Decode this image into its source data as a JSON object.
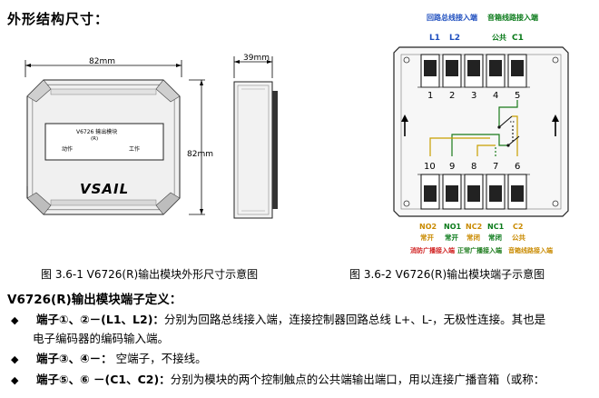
{
  "heading": "外形结构尺寸：",
  "fig1": {
    "caption": "图 3.6-1  V6726(R)输出模块外形尺寸示意图",
    "dim_width": "82mm",
    "dim_depth": "39mm",
    "dim_height": "82mm",
    "label_model": "V6726  输出模块",
    "label_r": "(R)",
    "label_action": "动作",
    "label_work": "工作",
    "logo": "VSAIL"
  },
  "fig2": {
    "caption": "图 3.6-2  V6726(R)输出模块端子示意图",
    "top_left_group": "回路总线接入端",
    "top_right_group": "音箱线路接入端",
    "L1": "L1",
    "L2": "L2",
    "common": "公共",
    "C1": "C1",
    "top_numbers": [
      "1",
      "2",
      "3",
      "4",
      "5"
    ],
    "bottom_numbers": [
      "10",
      "9",
      "8",
      "7",
      "6"
    ],
    "bottom_codes": [
      "NO2",
      "NO1",
      "NC2",
      "NC1",
      "C2"
    ],
    "bottom_states": [
      "常开",
      "常开",
      "常闭",
      "常闭",
      "公共"
    ],
    "group_fire": "消防广播接入端",
    "group_normal": "正常广播接入端",
    "group_speaker": "音箱线路接入端"
  },
  "section_title": "V6726(R)输出模块端子定义：",
  "bullets": [
    {
      "label": "端子①、②－(L1、L2)：",
      "text": "分别为回路总线接入端，连接控制器回路总线 L+、L-，无极性连接。其也是",
      "cont": "电子编码器的编码输入端。"
    },
    {
      "label": "端子③、④－：",
      "text": "  空端子，不接线。"
    },
    {
      "label": "端子⑤、⑥ －(C1、C2)：",
      "text": "分别为模块的两个控制触点的公共端输出端口，用以连接广播音箱（或称："
    }
  ]
}
